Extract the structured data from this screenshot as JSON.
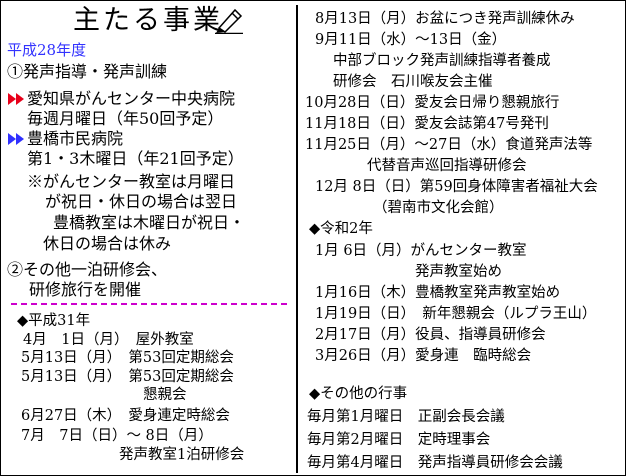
{
  "title": "主たる事業",
  "icons": {
    "pencil": "pencil-icon",
    "red_mark": "double-triangle-icon",
    "blue_mark": "double-triangle-icon"
  },
  "colors": {
    "year": "#3333ff",
    "red_mark": "#e8001a",
    "blue_mark": "#3030ff",
    "divider": "#cc00cc"
  },
  "left": {
    "year": "平成28年度",
    "sec1_heading": "①発声指導・発声訓練",
    "hosp1_name": "愛知県がんセンター中央病院",
    "hosp1_schedule": "毎週月曜日（年50回予定）",
    "hosp2_name": "豊橋市民病院",
    "hosp2_schedule": "第1・3木曜日（年21回予定）",
    "notes": [
      "※がんセンター教室は月曜日",
      "が祝日・休日の場合は翌日",
      "豊橋教室は木曜日が祝日・",
      "休日の場合は休み"
    ],
    "sec2_line1": "②その他一泊研修会、",
    "sec2_line2": "研修旅行を開催",
    "h31_heading": "◆平成31年",
    "h31_lines": [
      "4月　1日（月）　屋外教室",
      "5月13日（月）　第53回定期総会",
      "5月13日（月）　第53回定期総会",
      "懇親会",
      "6月27日（木）　愛身連定時総会",
      "7月　7日（日）～ 8日（月）",
      "発声教室1泊研修会"
    ]
  },
  "right": {
    "h31_events": [
      "8月13日（月）お盆につき発声訓練休み",
      "9月11日（水）～13日（金）",
      "中部ブロック発声訓練指導者養成",
      "研修会　石川喉友会主催",
      "10月28日（日）愛友会日帰り懇親旅行",
      "11月18日（日）愛友会誌第47号発刊",
      "11月25日（月）～27日（水）食道発声法等",
      "代替音声巡回指導研修会",
      "12月 8日（日）第59回身体障害者福祉大会",
      "（碧南市文化会館）"
    ],
    "r2_heading": "◆令和2年",
    "r2_events": [
      "1月 6日（月）がんセンター教室",
      "発声教室始め",
      "1月16日（木）豊橋教室発声教室始め",
      "1月19日（日）　新年懇親会（ルプラ王山）",
      "2月17日（月）役員、指導員研修会",
      "3月26日（月）愛身連　臨時総会"
    ],
    "other_heading": "◆その他の行事",
    "other_events": [
      "毎月第1月曜日　正副会長会議",
      "毎月第2月曜日　定時理事会",
      "毎月第4月曜日　発声指導員研修会会議"
    ]
  }
}
